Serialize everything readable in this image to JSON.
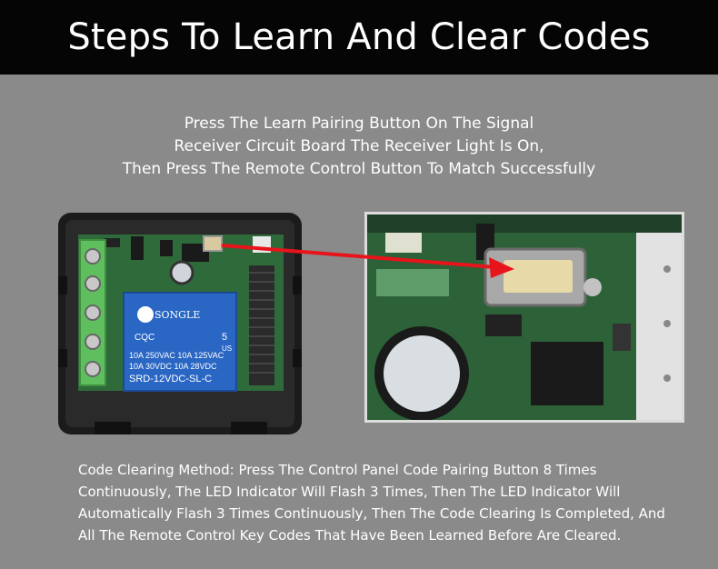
{
  "header": {
    "title": "Steps To Learn And Clear Codes"
  },
  "intro": {
    "lines": [
      "Press The Learn Pairing Button On The Signal",
      "Receiver Circuit Board The Receiver Light Is On,",
      "Then Press The Remote Control Button To Match Successfully"
    ]
  },
  "relay": {
    "brand": "SONGLE",
    "rating_line1": "10A 250VAC  10A 125VAC",
    "rating_line2": "10A  30VDC  10A  28VDC",
    "model": "SRD-12VDC-SL-C",
    "cqc": "CQC",
    "num": "5",
    "us": "US"
  },
  "clearing": {
    "lines": [
      "Code Clearing Method: Press The Control Panel Code Pairing Button 8 Times",
      "Continuously, The LED Indicator Will Flash 3 Times, Then The LED Indicator Will",
      "Automatically Flash 3 Times Continuously, Then The Code Clearing Is Completed, And",
      "All The Remote Control Key Codes That Have Been Learned Before Are Cleared."
    ]
  },
  "colors": {
    "arrow": "#e8141b",
    "pcb": "#2f6b3a",
    "relay": "#2a67c4",
    "terminal": "#5fbf5f"
  }
}
